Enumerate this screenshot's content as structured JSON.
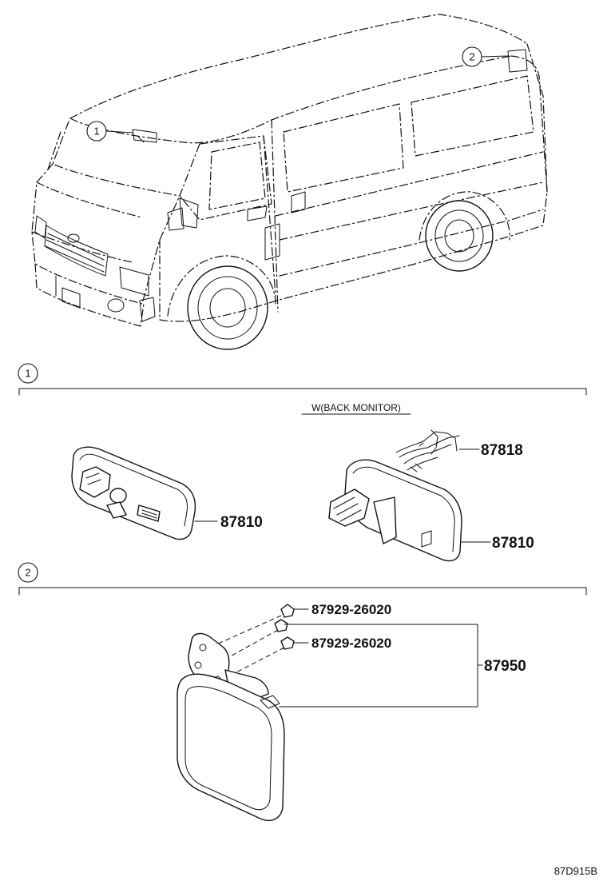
{
  "callouts": {
    "interior_mirror": "1",
    "outer_mirror": "2"
  },
  "sections": [
    {
      "index": "1",
      "note": "W(BACK MONITOR)"
    },
    {
      "index": "2"
    }
  ],
  "parts": {
    "mirror_std": "87810",
    "mirror_monitor": "87810",
    "wire": "87818",
    "screw_top": "87929-26020",
    "screw_bottom": "87929-26020",
    "outer_mirror_assy": "87950"
  },
  "diagram_code": "87D915B"
}
